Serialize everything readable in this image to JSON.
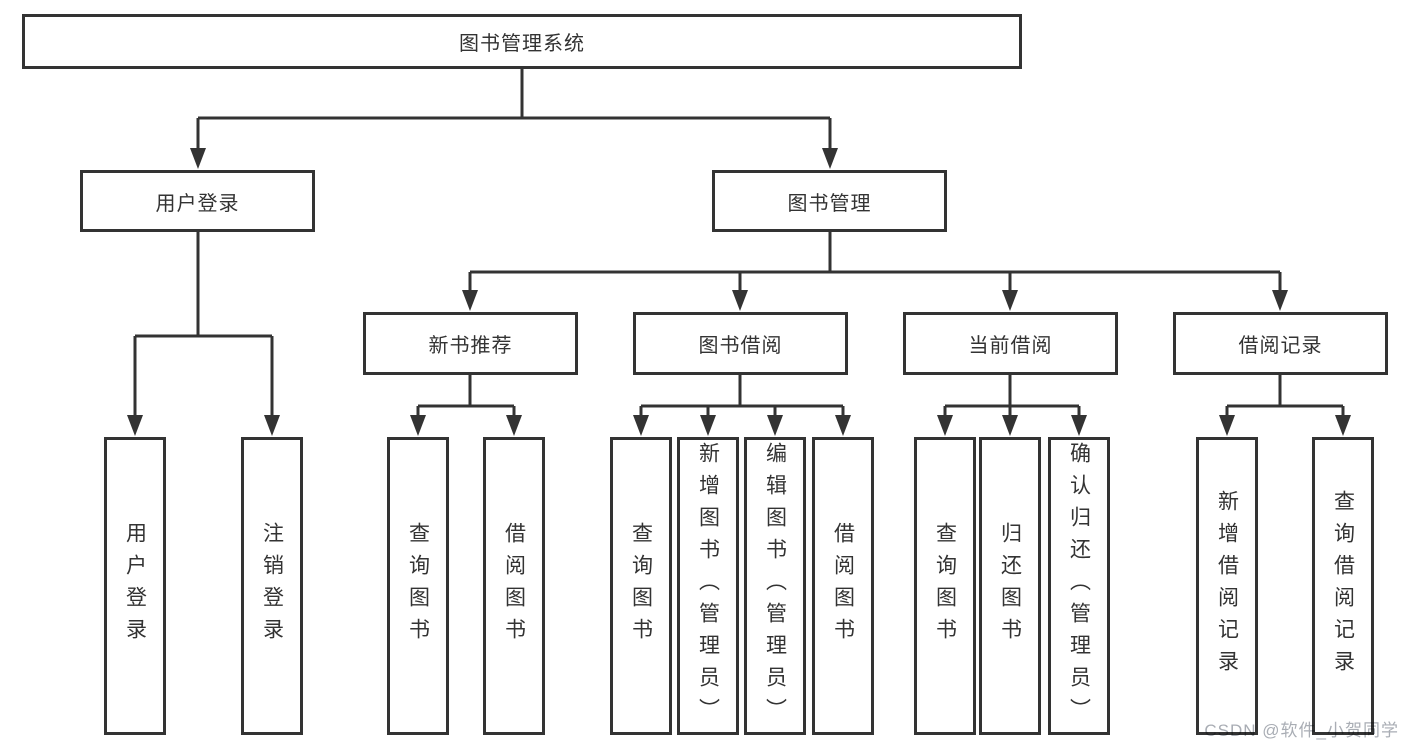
{
  "diagram": {
    "root": {
      "label": "图书管理系统"
    },
    "branches": [
      {
        "label": "用户登录",
        "children": [
          {
            "label": "用户登录"
          },
          {
            "label": "注销登录"
          }
        ]
      },
      {
        "label": "图书管理",
        "sections": [
          {
            "label": "新书推荐",
            "children": [
              {
                "label": "查询图书"
              },
              {
                "label": "借阅图书"
              }
            ]
          },
          {
            "label": "图书借阅",
            "children": [
              {
                "label": "查询图书"
              },
              {
                "label": "新增图书（管理员）"
              },
              {
                "label": "编辑图书（管理员）"
              },
              {
                "label": "借阅图书"
              }
            ]
          },
          {
            "label": "当前借阅",
            "children": [
              {
                "label": "查询图书"
              },
              {
                "label": "归还图书"
              },
              {
                "label": "确认归还（管理员）"
              }
            ]
          },
          {
            "label": "借阅记录",
            "children": [
              {
                "label": "新增借阅记录"
              },
              {
                "label": "查询借阅记录"
              }
            ]
          }
        ]
      }
    ]
  },
  "watermark": {
    "text": "CSDN @软件_小贺同学"
  },
  "colors": {
    "line": "#333333",
    "box_border": "#333333",
    "box_fill": "#ffffff",
    "text": "#333333",
    "background": "#ffffff",
    "watermark": "#a9adb4"
  }
}
